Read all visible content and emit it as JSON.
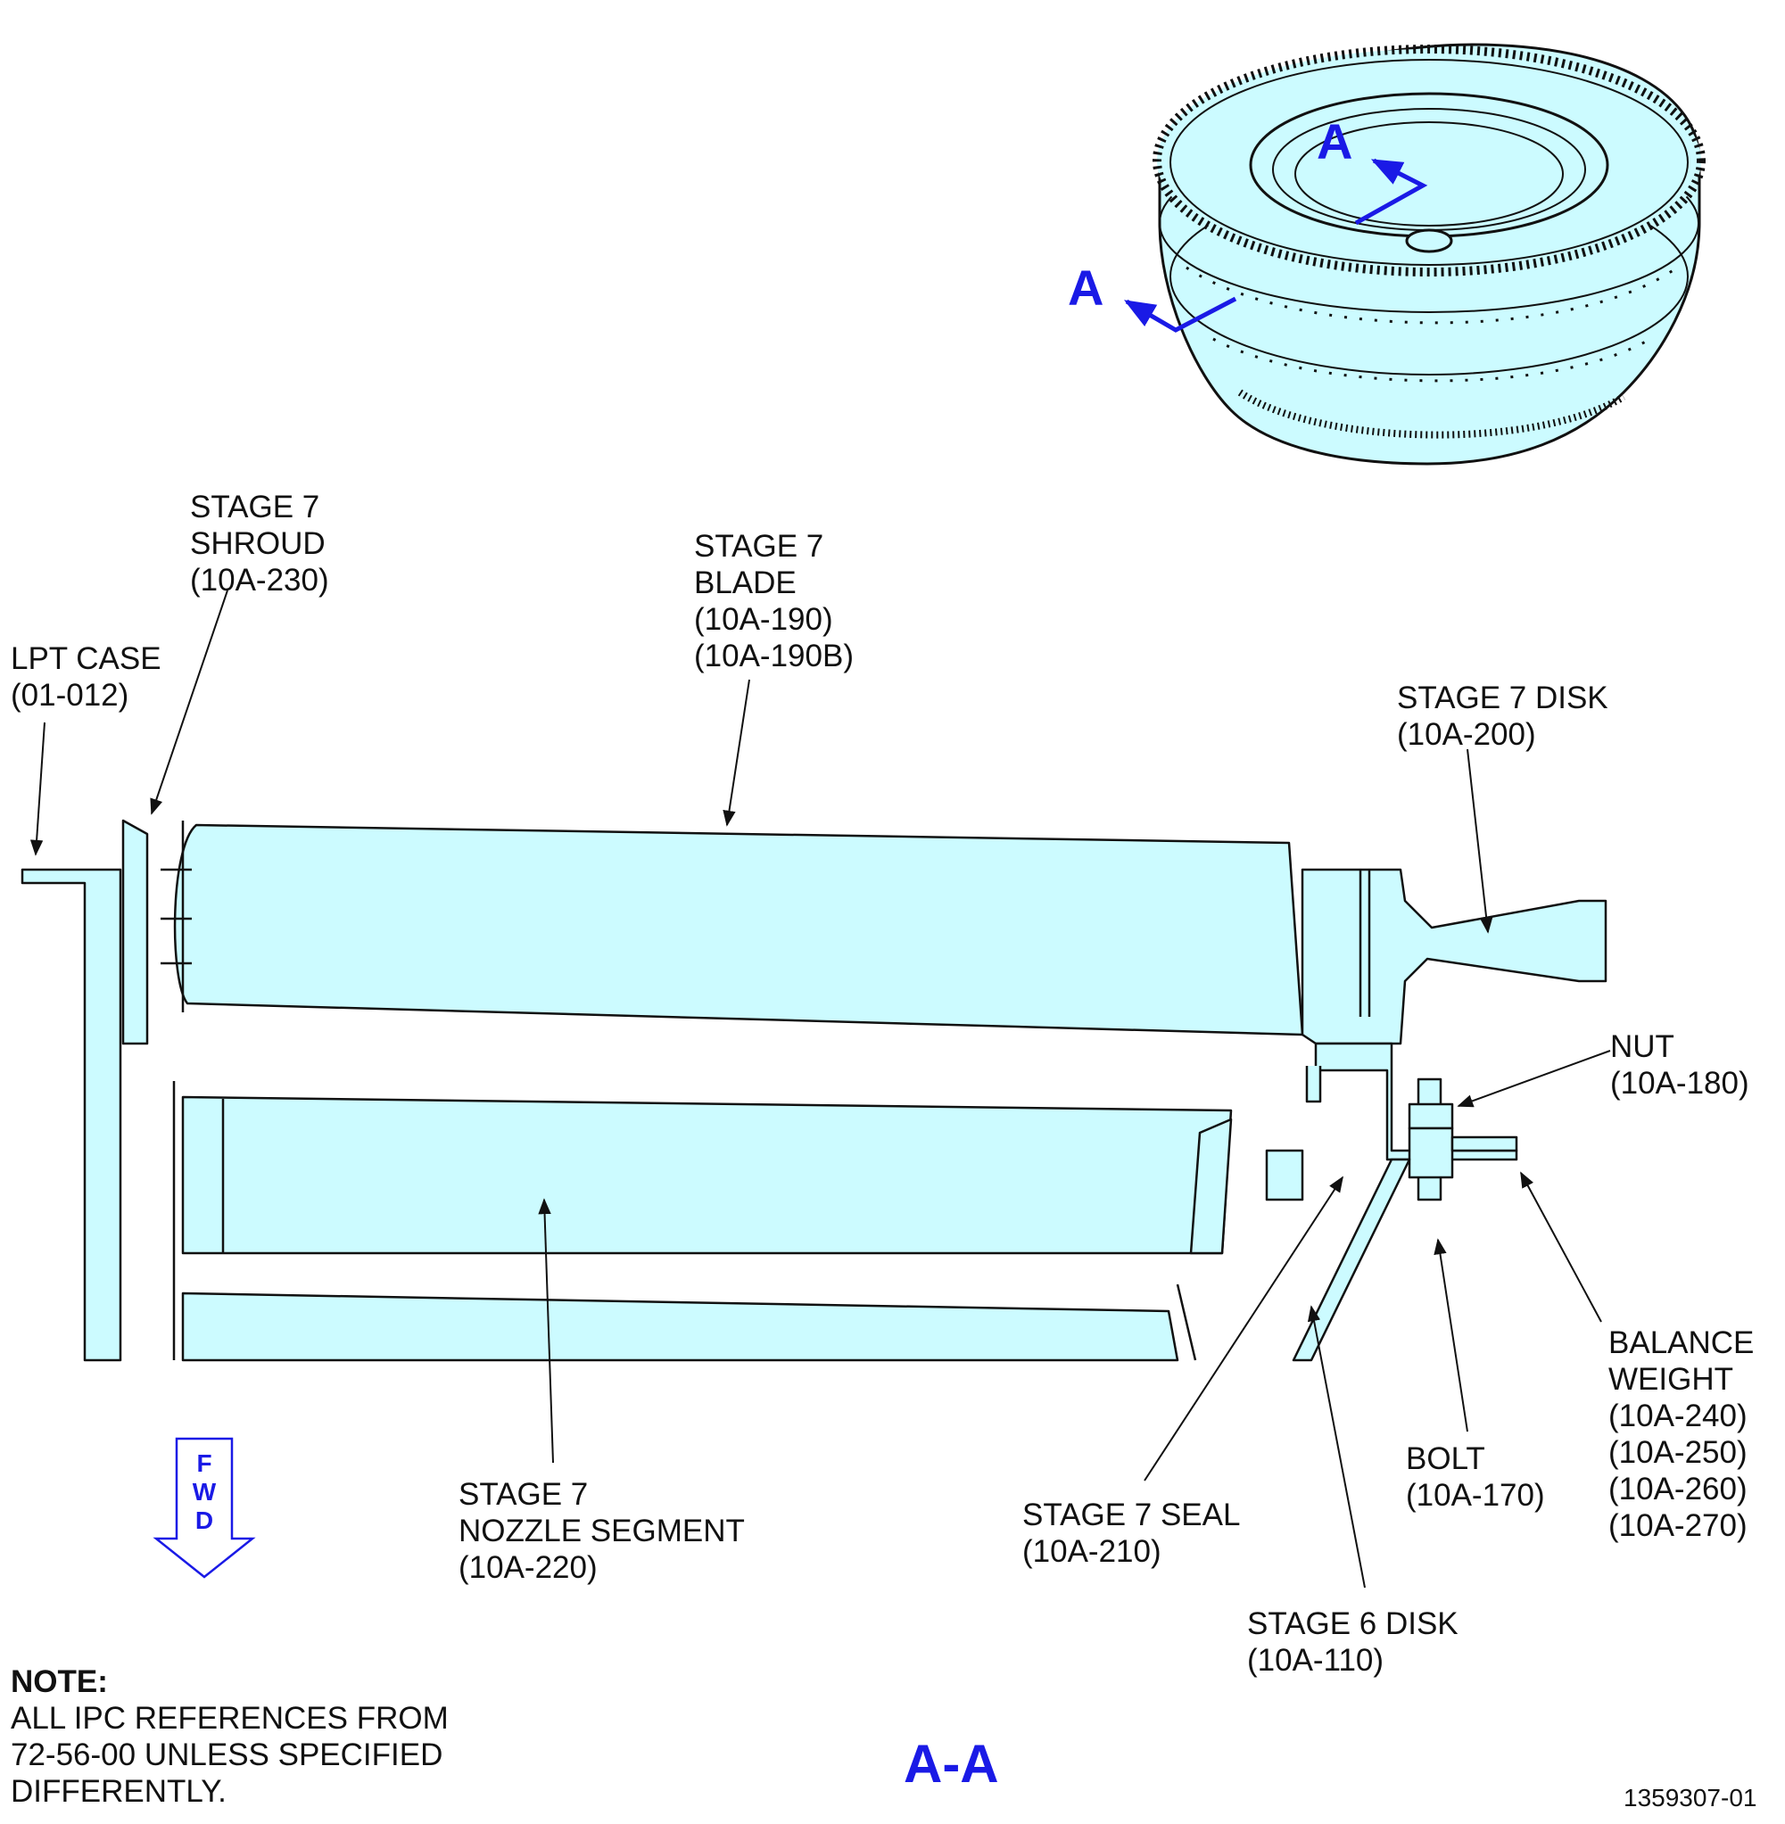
{
  "labels": {
    "lpt_case": [
      "LPT CASE",
      "(01-012)"
    ],
    "stage7_shroud": [
      "STAGE 7",
      "SHROUD",
      "(10A-230)"
    ],
    "stage7_blade": [
      "STAGE 7",
      "BLADE",
      "(10A-190)",
      "(10A-190B)"
    ],
    "stage7_disk": [
      "STAGE 7 DISK",
      "(10A-200)"
    ],
    "nut": [
      "NUT",
      "(10A-180)"
    ],
    "balance_weight": [
      "BALANCE",
      "WEIGHT",
      "(10A-240)",
      "(10A-250)",
      "(10A-260)",
      "(10A-270)"
    ],
    "bolt": [
      "BOLT",
      "(10A-170)"
    ],
    "stage7_seal": [
      "STAGE 7 SEAL",
      "(10A-210)"
    ],
    "stage6_disk": [
      "STAGE 6 DISK",
      "(10A-110)"
    ],
    "stage7_nozzle": [
      "STAGE 7",
      "NOZZLE SEGMENT",
      "(10A-220)"
    ]
  },
  "note": {
    "title": "NOTE:",
    "lines": [
      "ALL IPC REFERENCES FROM",
      "72-56-00 UNLESS SPECIFIED",
      "DIFFERENTLY."
    ]
  },
  "section_marker_top": "A",
  "section_marker_side": "A",
  "section_title": "A-A",
  "fwd_letters": [
    "F",
    "W",
    "D"
  ],
  "figure_number": "1359307-01",
  "colors": {
    "fill": "#ccfbff",
    "line": "#111111",
    "accent": "#1a1ae6"
  }
}
